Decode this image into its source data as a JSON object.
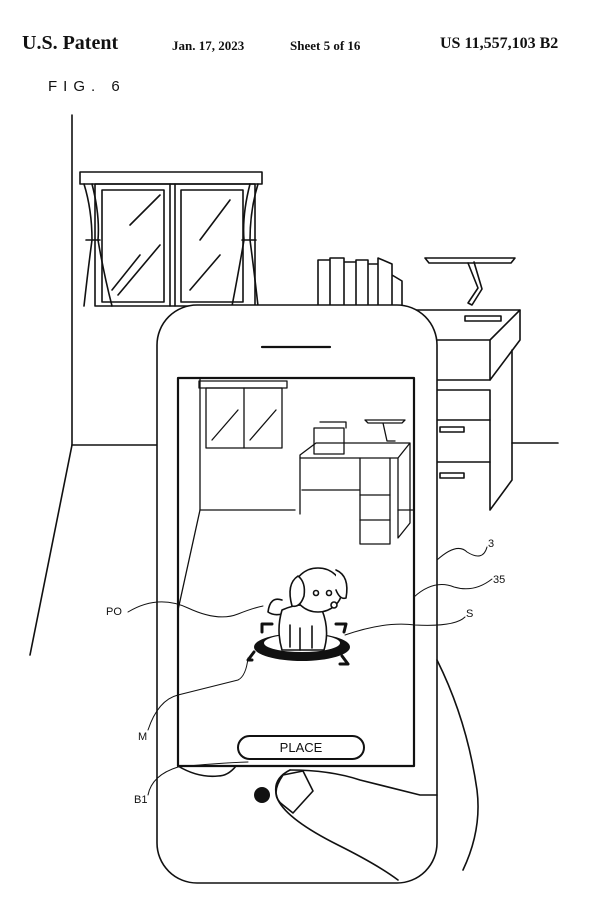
{
  "header": {
    "left": "U.S. Patent",
    "date": "Jan. 17, 2023",
    "sheet": "Sheet 5 of 16",
    "patent_number": "US 11,557,103 B2"
  },
  "figure": {
    "label": "FIG. 6",
    "screen_button": "PLACE",
    "reference_labels": {
      "device": "3",
      "display": "35",
      "shadow": "S",
      "object": "PO",
      "marker": "M",
      "button": "B1"
    }
  }
}
